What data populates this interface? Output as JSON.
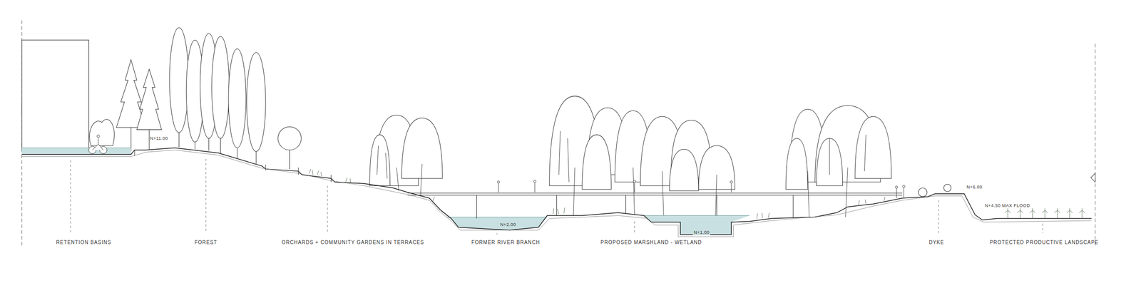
{
  "diagram": {
    "labels": [
      "N+11.00",
      "RETENTION BASINS",
      "FOREST",
      "ORCHARDS + COMMUNITY GARDENS IN TERRACES",
      "N+2.00",
      "FORMER RIVER BRANCH",
      "N+1.00",
      "PROPOSED MARSHLAND - WETLAND",
      "N+6.00",
      "N+4.50 MAX FLOOD",
      "DYKE",
      "PROTECTED PRODUCTIVE LANDSCAPE"
    ]
  }
}
